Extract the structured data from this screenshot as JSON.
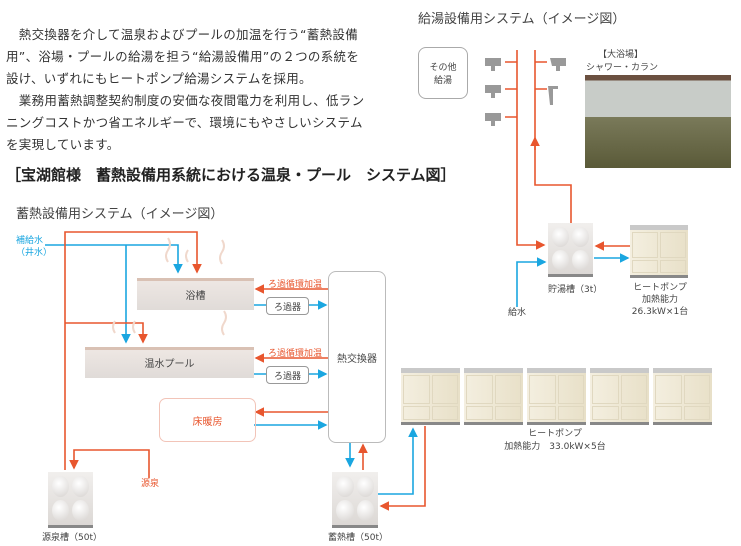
{
  "intro": {
    "paragraphs": [
      "　熱交換器を介して温泉およびプールの加温を行う“蓄熱設備用”、浴場・プールの給湯を担う“給湯設備用”の２つの系統を設け、いずれにもヒートポンプ給湯システムを採用。",
      "　業務用蓄熱調整契約制度の安価な夜間電力を利用し、低ランニングコストかつ省エネルギーで、環境にもやさしいシステムを実現しています。"
    ]
  },
  "heading": "［宝湖館様　蓄熱設備用系統における温泉・プール　システム図］",
  "storage_system": {
    "title": "蓄熱設備用システム（イメージ図）",
    "makeup_water": [
      "補給水",
      "（井水）"
    ],
    "bath": "浴槽",
    "pool": "温水プール",
    "filter_heating_label": "ろ過循環加温",
    "filter": "ろ過器",
    "heat_exchanger": "熱交換器",
    "floor_heating": "床暖房",
    "hot_spring_source": "源泉",
    "source_tank": "源泉槽（50t）",
    "thermal_tank": "蓄熱槽（50t）",
    "heat_pump": [
      "ヒートポンプ",
      "加熱能力　33.0kW×5台"
    ]
  },
  "supply_system": {
    "title": "給湯設備用システム（イメージ図）",
    "other_supply": [
      "その他",
      "給湯"
    ],
    "photo_caption": [
      "【大浴場】",
      "シャワー・カラン"
    ],
    "hot_water_tank": "貯湯槽（3t）",
    "water_supply": "給水",
    "heat_pump": [
      "ヒートポンプ",
      "加熱能力",
      "26.3kW×1台"
    ]
  },
  "colors": {
    "hot": "#e8562e",
    "cold": "#1aa6e0"
  }
}
